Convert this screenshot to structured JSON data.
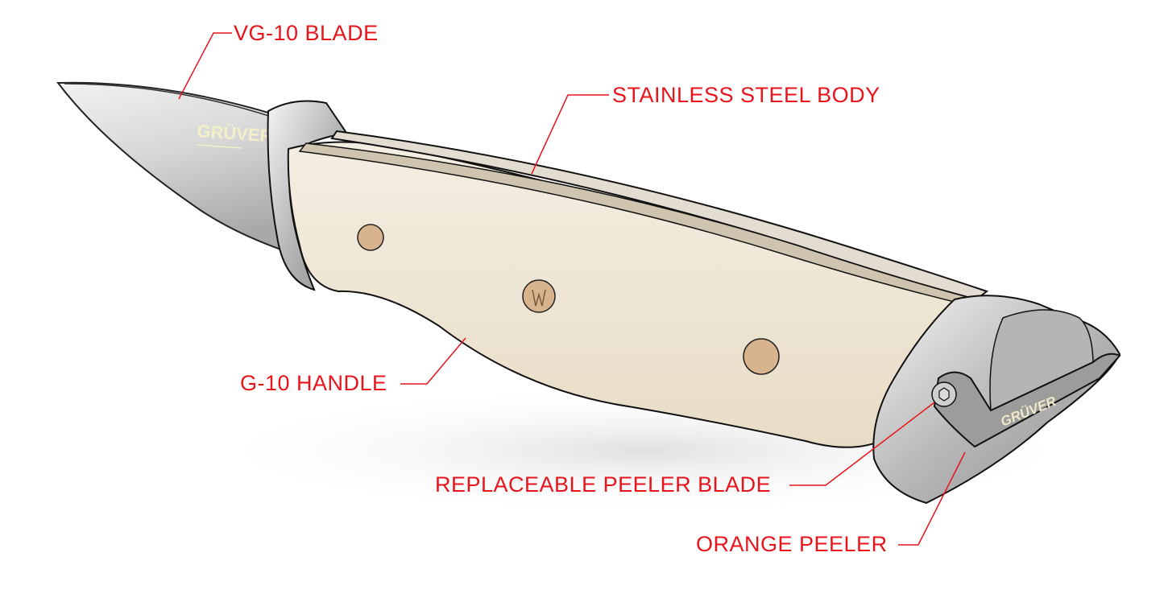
{
  "callouts": {
    "blade": "VG-10 BLADE",
    "body": "STAINLESS STEEL BODY",
    "handle": "G-10 HANDLE",
    "peeler_blade": "REPLACEABLE PEELER BLADE",
    "orange_peeler": "ORANGE PEELER"
  },
  "branding": {
    "blade_logo": "GRÜVER",
    "peeler_logo": "GRÜVER"
  },
  "colors": {
    "callout": "#e8141c",
    "handle": "#efe7d8",
    "pin": "#d8b48e",
    "steel": "#c9c9c9"
  }
}
